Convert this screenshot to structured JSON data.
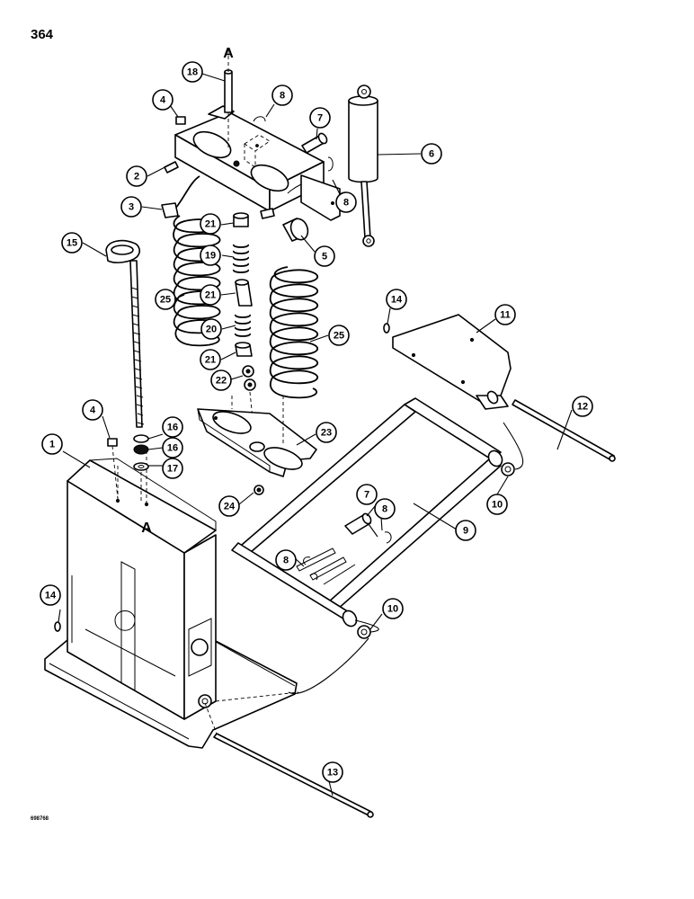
{
  "page_number": "364",
  "figure_code": "698768",
  "reference_marks": [
    "A",
    "A"
  ],
  "callouts": [
    {
      "label": "1",
      "part": "seat-base"
    },
    {
      "label": "2",
      "part": "upper-bracket"
    },
    {
      "label": "3",
      "part": "strap"
    },
    {
      "label": "4",
      "part": "nut"
    },
    {
      "label": "4",
      "part": "nut"
    },
    {
      "label": "5",
      "part": "bushing"
    },
    {
      "label": "6",
      "part": "shock-absorber"
    },
    {
      "label": "7",
      "part": "pin"
    },
    {
      "label": "7",
      "part": "pin"
    },
    {
      "label": "8",
      "part": "retaining-ring"
    },
    {
      "label": "8",
      "part": "retaining-ring"
    },
    {
      "label": "8",
      "part": "retaining-ring"
    },
    {
      "label": "8",
      "part": "retaining-ring"
    },
    {
      "label": "9",
      "part": "scissor-frame"
    },
    {
      "label": "10",
      "part": "bushing"
    },
    {
      "label": "10",
      "part": "bushing"
    },
    {
      "label": "11",
      "part": "seat-mounting-plate"
    },
    {
      "label": "12",
      "part": "rod"
    },
    {
      "label": "13",
      "part": "rod"
    },
    {
      "label": "14",
      "part": "retaining-ring"
    },
    {
      "label": "14",
      "part": "retaining-ring"
    },
    {
      "label": "15",
      "part": "adjusting-knob"
    },
    {
      "label": "16",
      "part": "washer"
    },
    {
      "label": "16",
      "part": "washer"
    },
    {
      "label": "17",
      "part": "nut"
    },
    {
      "label": "18",
      "part": "pin"
    },
    {
      "label": "19",
      "part": "spring"
    },
    {
      "label": "20",
      "part": "spring"
    },
    {
      "label": "21",
      "part": "spring-retainer"
    },
    {
      "label": "21",
      "part": "spring-retainer"
    },
    {
      "label": "21",
      "part": "spring-retainer"
    },
    {
      "label": "22",
      "part": "nut"
    },
    {
      "label": "23",
      "part": "lower-spring-plate"
    },
    {
      "label": "24",
      "part": "nut"
    },
    {
      "label": "25",
      "part": "spring"
    },
    {
      "label": "25",
      "part": "spring"
    }
  ]
}
